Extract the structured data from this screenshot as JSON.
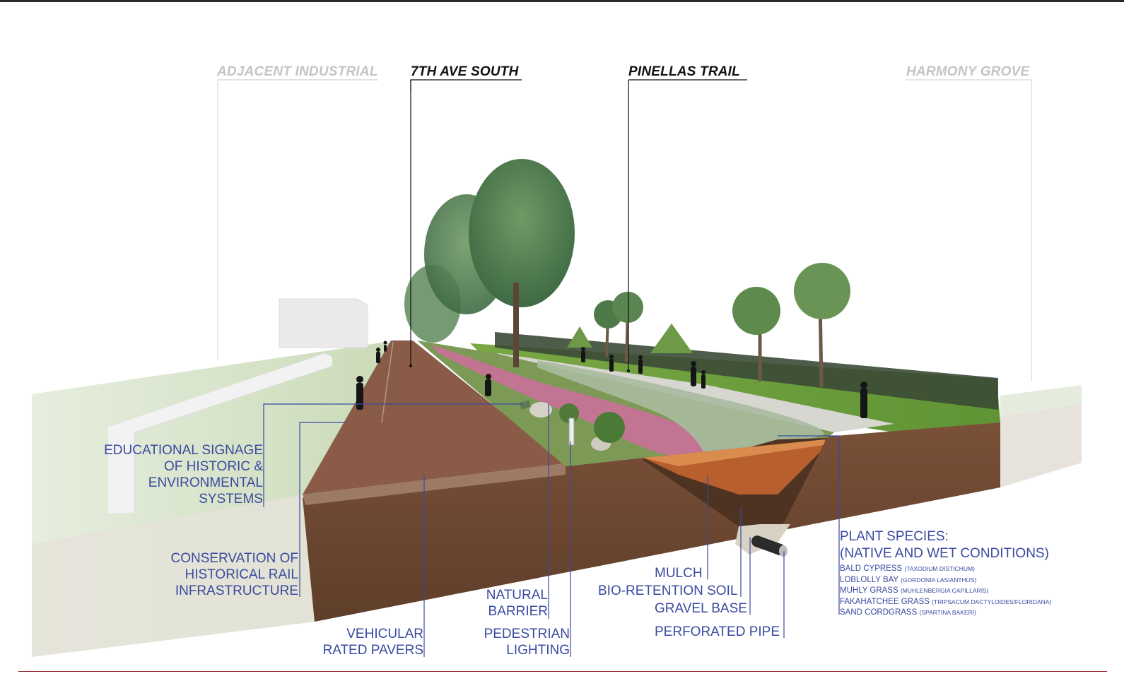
{
  "headers": {
    "adjacent_industrial": "ADJACENT INDUSTRIAL",
    "seventh_ave_south": "7TH AVE SOUTH",
    "pinellas_trail": "PINELLAS TRAIL",
    "harmony_grove": "HARMONY GROVE"
  },
  "callouts": {
    "educational_signage": [
      "EDUCATIONAL SIGNAGE",
      "OF HISTORIC &",
      "ENVIRONMENTAL",
      "SYSTEMS"
    ],
    "conservation_rail": [
      "CONSERVATION OF",
      "HISTORICAL RAIL",
      "INFRASTRUCTURE"
    ],
    "vehicular_pavers": [
      "VEHICULAR",
      "RATED PAVERS"
    ],
    "natural_barrier": [
      "NATURAL",
      "BARRIER"
    ],
    "pedestrian_lighting": [
      "PEDESTRIAN",
      "LIGHTING"
    ],
    "mulch": "MULCH",
    "bio_retention_soil": "BIO-RETENTION SOIL",
    "gravel_base": "GRAVEL BASE",
    "perforated_pipe": "PERFORATED PIPE"
  },
  "plant_species": {
    "heading_line1": "PLANT SPECIES:",
    "heading_line2": "(NATIVE AND WET CONDITIONS)",
    "items": [
      {
        "common": "BALD CYPRESS",
        "scientific": "(TAXODIUM DISTICHUM)"
      },
      {
        "common": "LOBLOLLY BAY",
        "scientific": "(GORDONIA LASIANTHUS)"
      },
      {
        "common": "MUHLY GRASS",
        "scientific": "(MUHLENBERGIA CAPILLARIS)"
      },
      {
        "common": "FAKAHATCHEE GRASS",
        "scientific": "(TRIPSACUM DACTYLOIDES/FLORIDANA)"
      },
      {
        "common": "SAND CORDGRASS",
        "scientific": "(SPARTINA BAKERI)"
      }
    ]
  },
  "colors": {
    "callout_blue": "#3a4aa0",
    "header_light": "#c4c4c4",
    "header_dark": "#111111",
    "soil_brown": "#6b4630",
    "paver_brown": "#8a5c48",
    "grass_green": "#6e9a3c",
    "muhly_pink": "#cf6f9e"
  }
}
